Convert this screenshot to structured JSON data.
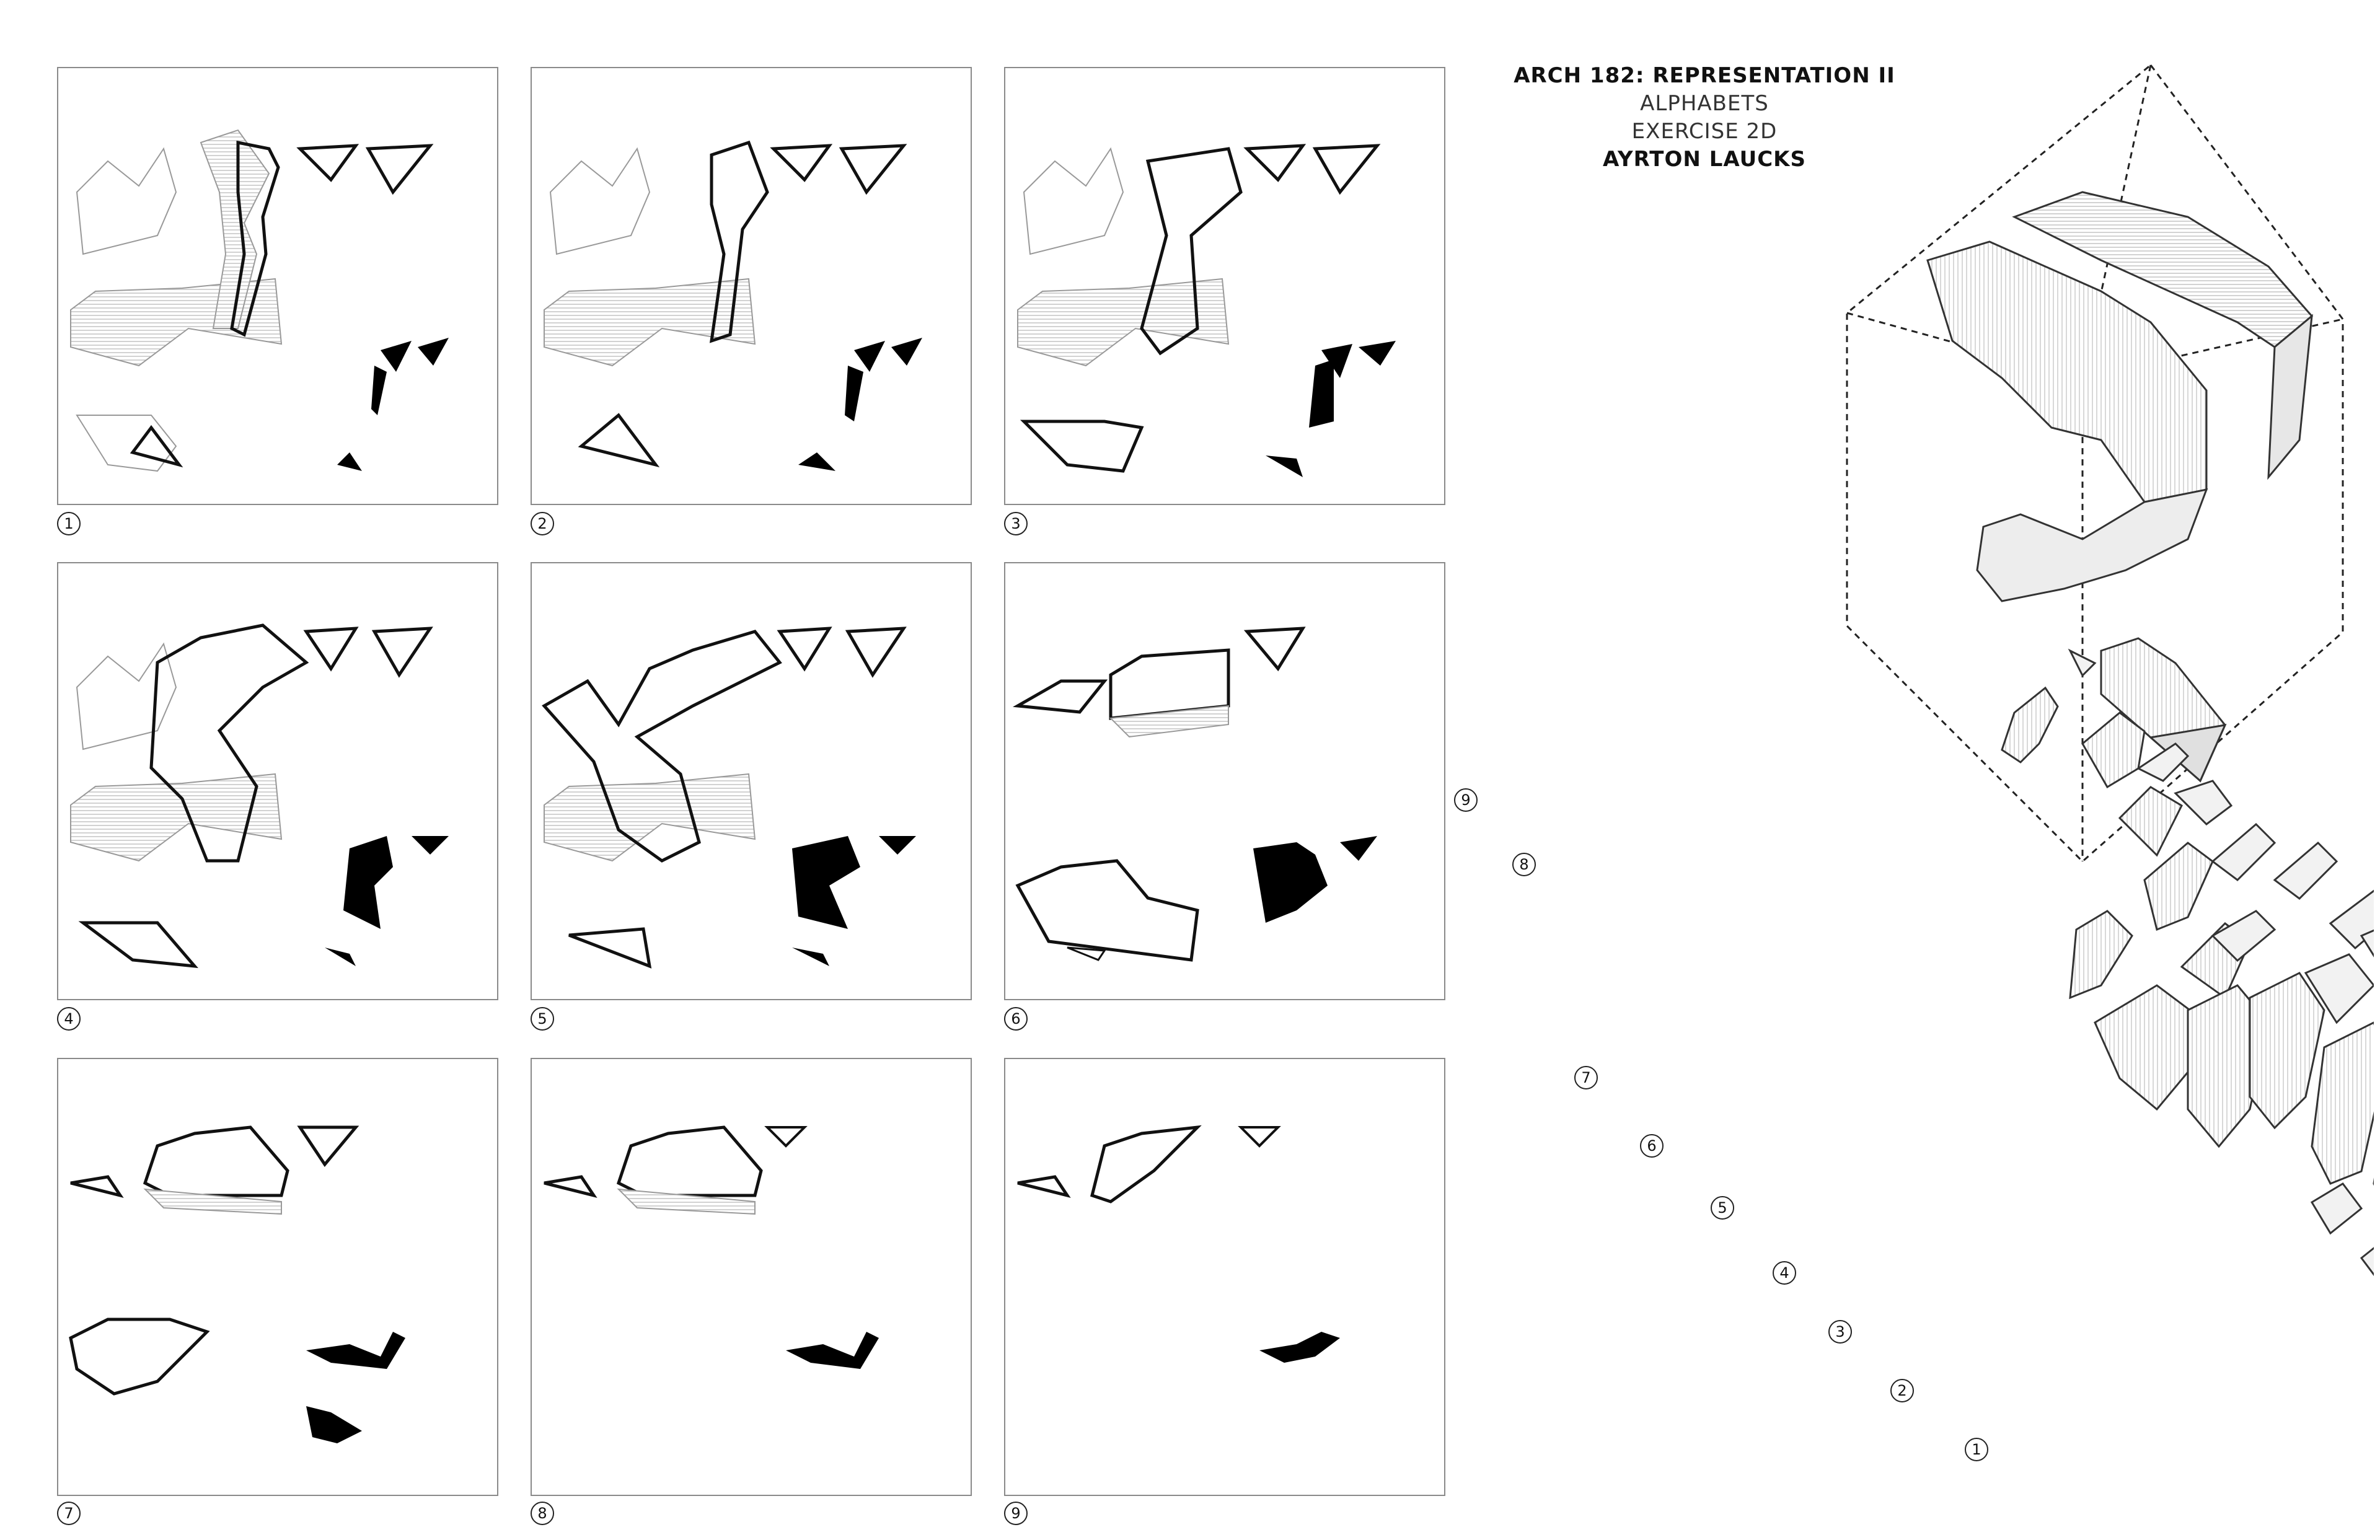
{
  "title": {
    "course": "ARCH 182: REPRESENTATION II",
    "project": "ALPHABETS",
    "exercise": "EXERCISE 2D",
    "author": "AYRTON LAUCKS"
  },
  "panels": [
    {
      "label": "1"
    },
    {
      "label": "2"
    },
    {
      "label": "3"
    },
    {
      "label": "4"
    },
    {
      "label": "5"
    },
    {
      "label": "6"
    },
    {
      "label": "7"
    },
    {
      "label": "8"
    },
    {
      "label": "9"
    }
  ],
  "exploded_labels": [
    "9",
    "8",
    "7",
    "6",
    "5",
    "4",
    "3",
    "2",
    "1"
  ],
  "colors": {
    "line": "#111111",
    "hatch": "#9a9a9a",
    "fill_black": "#000000",
    "frame": "#8a8a8a"
  }
}
